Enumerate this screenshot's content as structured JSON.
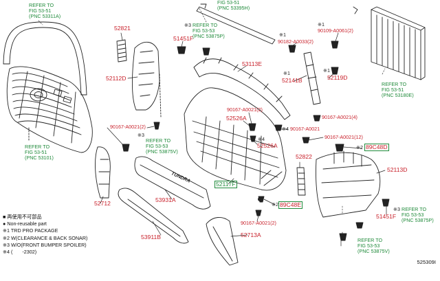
{
  "colors": {
    "part_number": "#c8202a",
    "reference": "#1f8a3a",
    "line": "#222222"
  },
  "references": {
    "r53311a": "REFER TO\nFIG 53-51\n(PNC 53311A)",
    "r53395h": "FIG 53-51\n(PNC 53395H)",
    "r53875p_top": "REFER TO\nFIG 53-53\n(PNC 53875P)",
    "r53180e": "REFER TO\nFIG 53-51\n(PNC 53180E)",
    "r53101": "REFER TO\nFIG 53-51\n(PNC 53101)",
    "r53875v_mid": "REFER TO\nFIG 53-53\n(PNC 53875V)",
    "r53875p_right": "REFER TO\nFIG 53-53\n(PNC 53875P)",
    "r53875v_bottom": "REFER TO\nFIG 53-53\n(PNC 53875V)"
  },
  "parts": {
    "p52821": "52821",
    "p51451f_top": "51451F",
    "p52112d": "52112D",
    "p53113e": "53113E",
    "p52141b": "52141B",
    "p52119d": "52119D",
    "p90182": "90182-A0033(2)",
    "p90109": "90109-A0061(2)",
    "p90167_top": "90167-A0021(2)",
    "p52526a_top": "52526A",
    "p90167_4": "90167-A0021(4)",
    "p90167_left": "90167-A0021(2)",
    "p90167_mid": "90167-A0021",
    "p90167_12": "90167-A0021(12)",
    "p52526a_mid": "52526A",
    "p89c48d": "89C48D",
    "p52822": "52822",
    "p52113d": "52113D",
    "p52117f": "52117F",
    "p53931a": "53931A",
    "p52712": "52712",
    "p89c48e": "89C48E",
    "p51451f_bottom": "51451F",
    "p90167_bottom": "90167-A0021(2)",
    "p52713a": "52713A",
    "p53911b": "53911B"
  },
  "marks": {
    "m1": "※1",
    "m2": "※2",
    "m3": "※3",
    "m4": "※4"
  },
  "embossed_text": "TUNDRA",
  "notes": {
    "reusable": "■ 再使用不可部品",
    "nonreusable": "● Non-reusable part",
    "n1": "※1 TRD PRO PACKAGE",
    "n2": "※2 W(CLEARANCE & BACK SONAR)",
    "n3": "※3 W/O(FRONT BUMPER SPOILER)",
    "n4": "※4 (       -2302)"
  },
  "illustration_code": "525309I"
}
